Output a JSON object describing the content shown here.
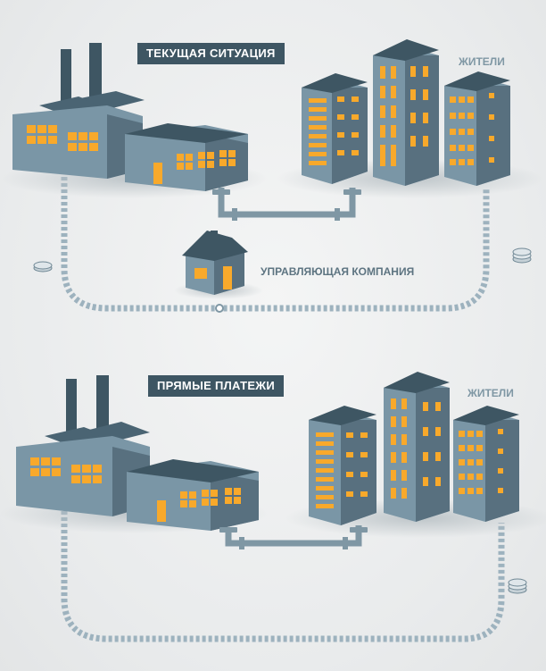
{
  "panels": [
    {
      "title": "ТЕКУЩАЯ СИТУАЦИЯ",
      "residents_label": "ЖИТЕЛИ",
      "management_label": "УПРАВЛЯЮЩАЯ КОМПАНИЯ"
    },
    {
      "title": "ПРЯМЫЕ ПЛАТЕЖИ",
      "residents_label": "ЖИТЕЛИ"
    }
  ],
  "colors": {
    "wall_front": "#7a96a6",
    "wall_side": "#58707f",
    "roof": "#3e5663",
    "window": "#f8a92b",
    "pipe": "#7f97a4",
    "label_bg": "#3e5663"
  },
  "icons": [
    "factory-icon",
    "house-icon",
    "coin-stack-icon",
    "pipe-icon"
  ]
}
